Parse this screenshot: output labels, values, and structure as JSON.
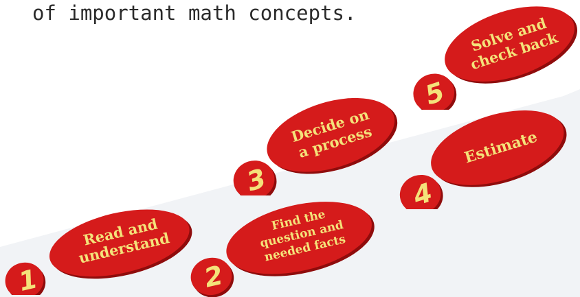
{
  "header": {
    "text": "of important math concepts."
  },
  "colors": {
    "shoe": "#d51b1b",
    "shoe_shadow": "#8f0c0c",
    "text": "#f4e27a",
    "band": "#eef0f4"
  },
  "steps": [
    {
      "number": "1",
      "lines": [
        "Read and",
        "understand"
      ]
    },
    {
      "number": "2",
      "lines": [
        "Find the",
        "question and",
        "needed facts"
      ]
    },
    {
      "number": "3",
      "lines": [
        "Decide on",
        "a process"
      ]
    },
    {
      "number": "4",
      "lines": [
        "Estimate"
      ]
    },
    {
      "number": "5",
      "lines": [
        "Solve and",
        "check back"
      ]
    }
  ]
}
